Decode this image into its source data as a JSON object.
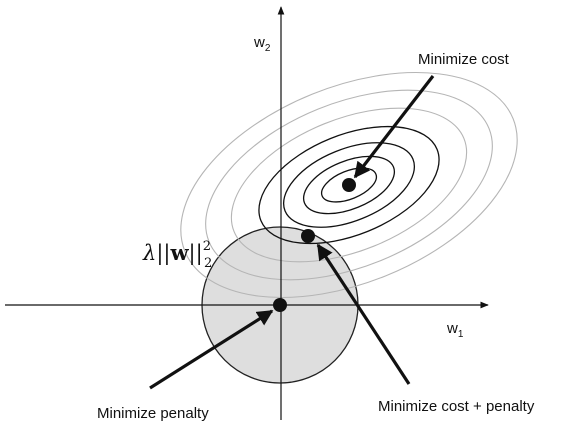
{
  "axes": {
    "x_label": "w",
    "x_label_sub": "1",
    "y_label": "w",
    "y_label_sub": "2"
  },
  "labels": {
    "minimize_cost": "Minimize cost",
    "minimize_penalty": "Minimize penalty",
    "minimize_cost_penalty": "Minimize cost + penalty"
  },
  "penalty_term": {
    "lambda": "λ",
    "norm_open": "||",
    "w": "w",
    "norm_close": "||",
    "superscript": "2",
    "subscript": "2"
  },
  "colors": {
    "penalty_circle_fill": "#dedede",
    "inner_contours": "#111111",
    "outer_contours": "#b5b5b5",
    "arrows": "#111111"
  }
}
